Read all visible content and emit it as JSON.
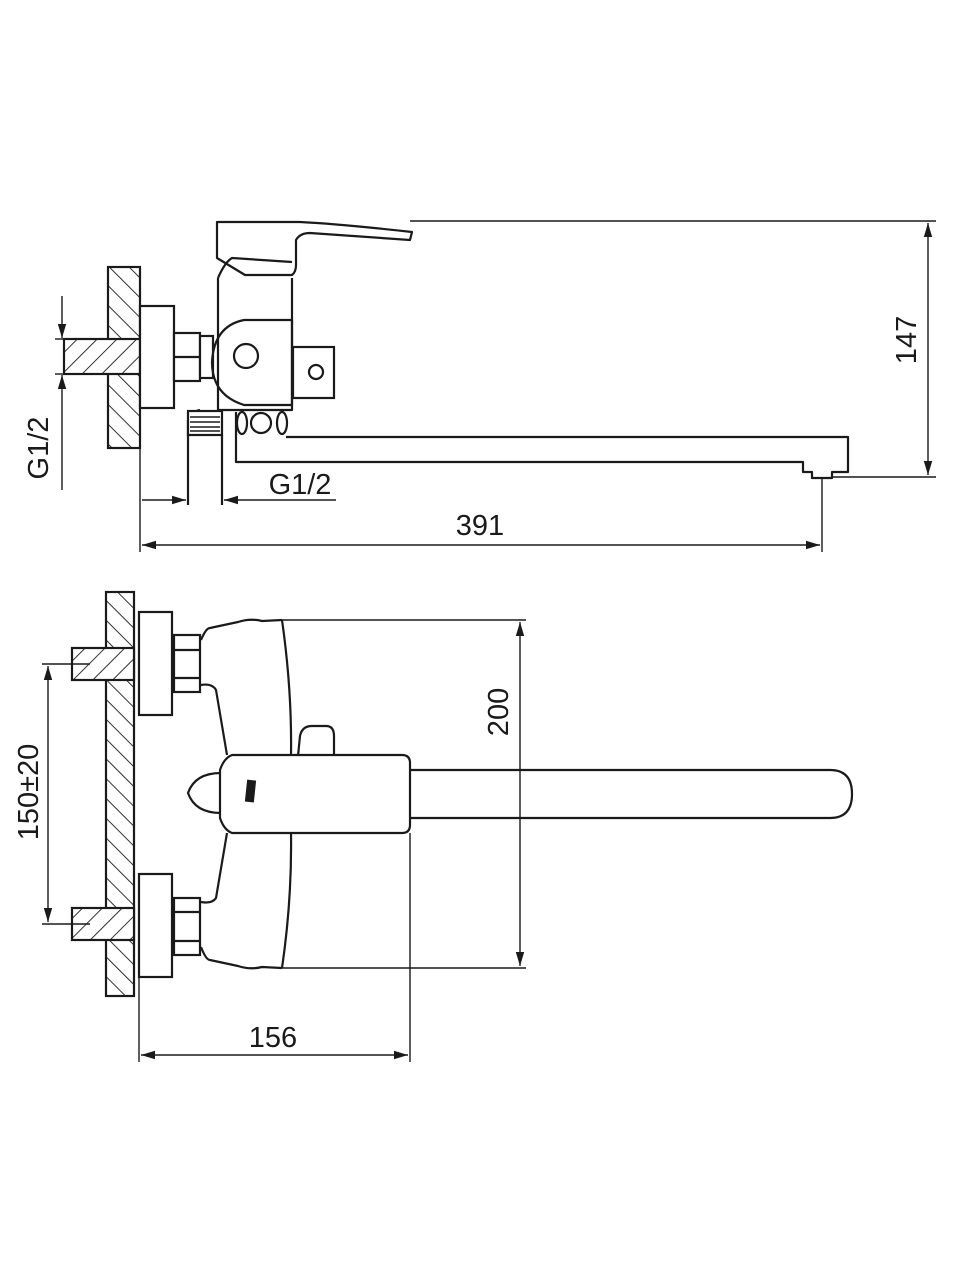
{
  "drawing": {
    "side_view": {
      "height_dim": "147",
      "inlet_thread_vertical": "G1/2",
      "inlet_thread_horizontal": "G1/2",
      "length_dim": "391"
    },
    "top_view": {
      "body_height_dim": "200",
      "inlet_spacing_dim": "150±20",
      "depth_dim": "156",
      "logo": "brand-logo"
    }
  }
}
